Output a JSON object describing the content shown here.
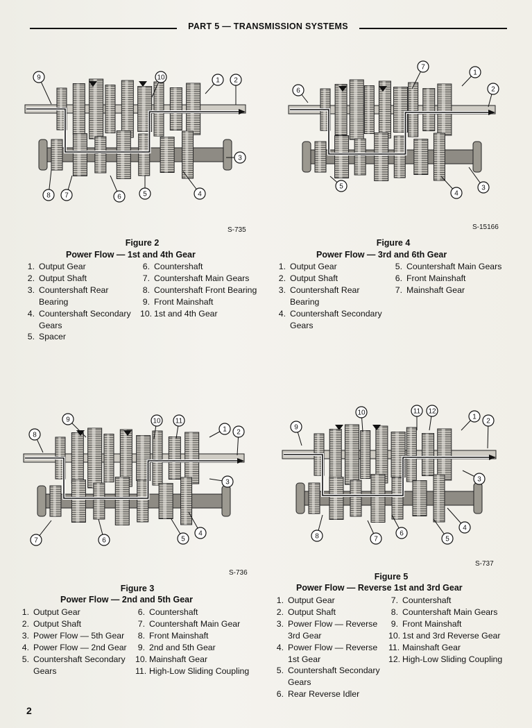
{
  "header": {
    "title": "PART 5 — TRANSMISSION SYSTEMS"
  },
  "page_number": "2",
  "figures": [
    {
      "code": "S-735",
      "title": "Figure 2",
      "subtitle": "Power Flow — 1st and 4th Gear",
      "callouts": [
        "1",
        "2",
        "3",
        "4",
        "5",
        "6",
        "7",
        "8",
        "9",
        "10"
      ],
      "col_left": [
        {
          "n": "1.",
          "t": "Output Gear"
        },
        {
          "n": "2.",
          "t": "Output Shaft"
        },
        {
          "n": "3.",
          "t": "Countershaft Rear Bearing"
        },
        {
          "n": "4.",
          "t": "Countershaft Secondary Gears"
        },
        {
          "n": "5.",
          "t": "Spacer"
        }
      ],
      "col_right": [
        {
          "n": "6.",
          "t": "Countershaft"
        },
        {
          "n": "7.",
          "t": "Countershaft Main Gears"
        },
        {
          "n": "8.",
          "t": "Countershaft Front Bearing"
        },
        {
          "n": "9.",
          "t": "Front Mainshaft"
        },
        {
          "n": "10.",
          "t": "1st and 4th Gear"
        }
      ]
    },
    {
      "code": "S-15166",
      "title": "Figure 4",
      "subtitle": "Power Flow — 3rd and 6th Gear",
      "callouts": [
        "1",
        "2",
        "3",
        "4",
        "5",
        "6",
        "7"
      ],
      "col_left": [
        {
          "n": "1.",
          "t": "Output Gear"
        },
        {
          "n": "2.",
          "t": "Output Shaft"
        },
        {
          "n": "3.",
          "t": "Countershaft Rear Bearing"
        },
        {
          "n": "4.",
          "t": "Countershaft Secondary Gears"
        }
      ],
      "col_right": [
        {
          "n": "5.",
          "t": "Countershaft Main Gears"
        },
        {
          "n": "6.",
          "t": "Front Mainshaft"
        },
        {
          "n": "7.",
          "t": "Mainshaft Gear"
        }
      ]
    },
    {
      "code": "S-736",
      "title": "Figure 3",
      "subtitle": "Power Flow — 2nd and 5th Gear",
      "callouts": [
        "1",
        "2",
        "3",
        "4",
        "5",
        "6",
        "7",
        "8",
        "9",
        "10",
        "11"
      ],
      "col_left": [
        {
          "n": "1.",
          "t": "Output Gear"
        },
        {
          "n": "2.",
          "t": "Output Shaft"
        },
        {
          "n": "3.",
          "t": "Power Flow — 5th Gear"
        },
        {
          "n": "4.",
          "t": "Power Flow — 2nd Gear"
        },
        {
          "n": "5.",
          "t": "Countershaft Secondary Gears"
        }
      ],
      "col_right": [
        {
          "n": "6.",
          "t": "Countershaft"
        },
        {
          "n": "7.",
          "t": "Countershaft Main Gear"
        },
        {
          "n": "8.",
          "t": "Front Mainshaft"
        },
        {
          "n": "9.",
          "t": "2nd and 5th Gear"
        },
        {
          "n": "10.",
          "t": "Mainshaft Gear"
        },
        {
          "n": "11.",
          "t": "High-Low Sliding Coupling"
        }
      ]
    },
    {
      "code": "S-737",
      "title": "Figure 5",
      "subtitle": "Power Flow — Reverse 1st and 3rd Gear",
      "callouts": [
        "1",
        "2",
        "3",
        "4",
        "5",
        "6",
        "7",
        "8",
        "9",
        "10",
        "11",
        "12"
      ],
      "col_left": [
        {
          "n": "1.",
          "t": "Output Gear"
        },
        {
          "n": "2.",
          "t": "Output Shaft"
        },
        {
          "n": "3.",
          "t": "Power Flow — Reverse 3rd Gear"
        },
        {
          "n": "4.",
          "t": "Power Flow — Reverse 1st Gear"
        },
        {
          "n": "5.",
          "t": "Countershaft Secondary Gears"
        },
        {
          "n": "6.",
          "t": "Rear Reverse Idler"
        }
      ],
      "col_right": [
        {
          "n": "7.",
          "t": "Countershaft"
        },
        {
          "n": "8.",
          "t": "Countershaft Main Gears"
        },
        {
          "n": "9.",
          "t": "Front Mainshaft"
        },
        {
          "n": "10.",
          "t": "1st and 3rd Reverse Gear"
        },
        {
          "n": "11.",
          "t": "Mainshaft Gear"
        },
        {
          "n": "12.",
          "t": "High-Low Sliding Coupling"
        }
      ]
    }
  ]
}
